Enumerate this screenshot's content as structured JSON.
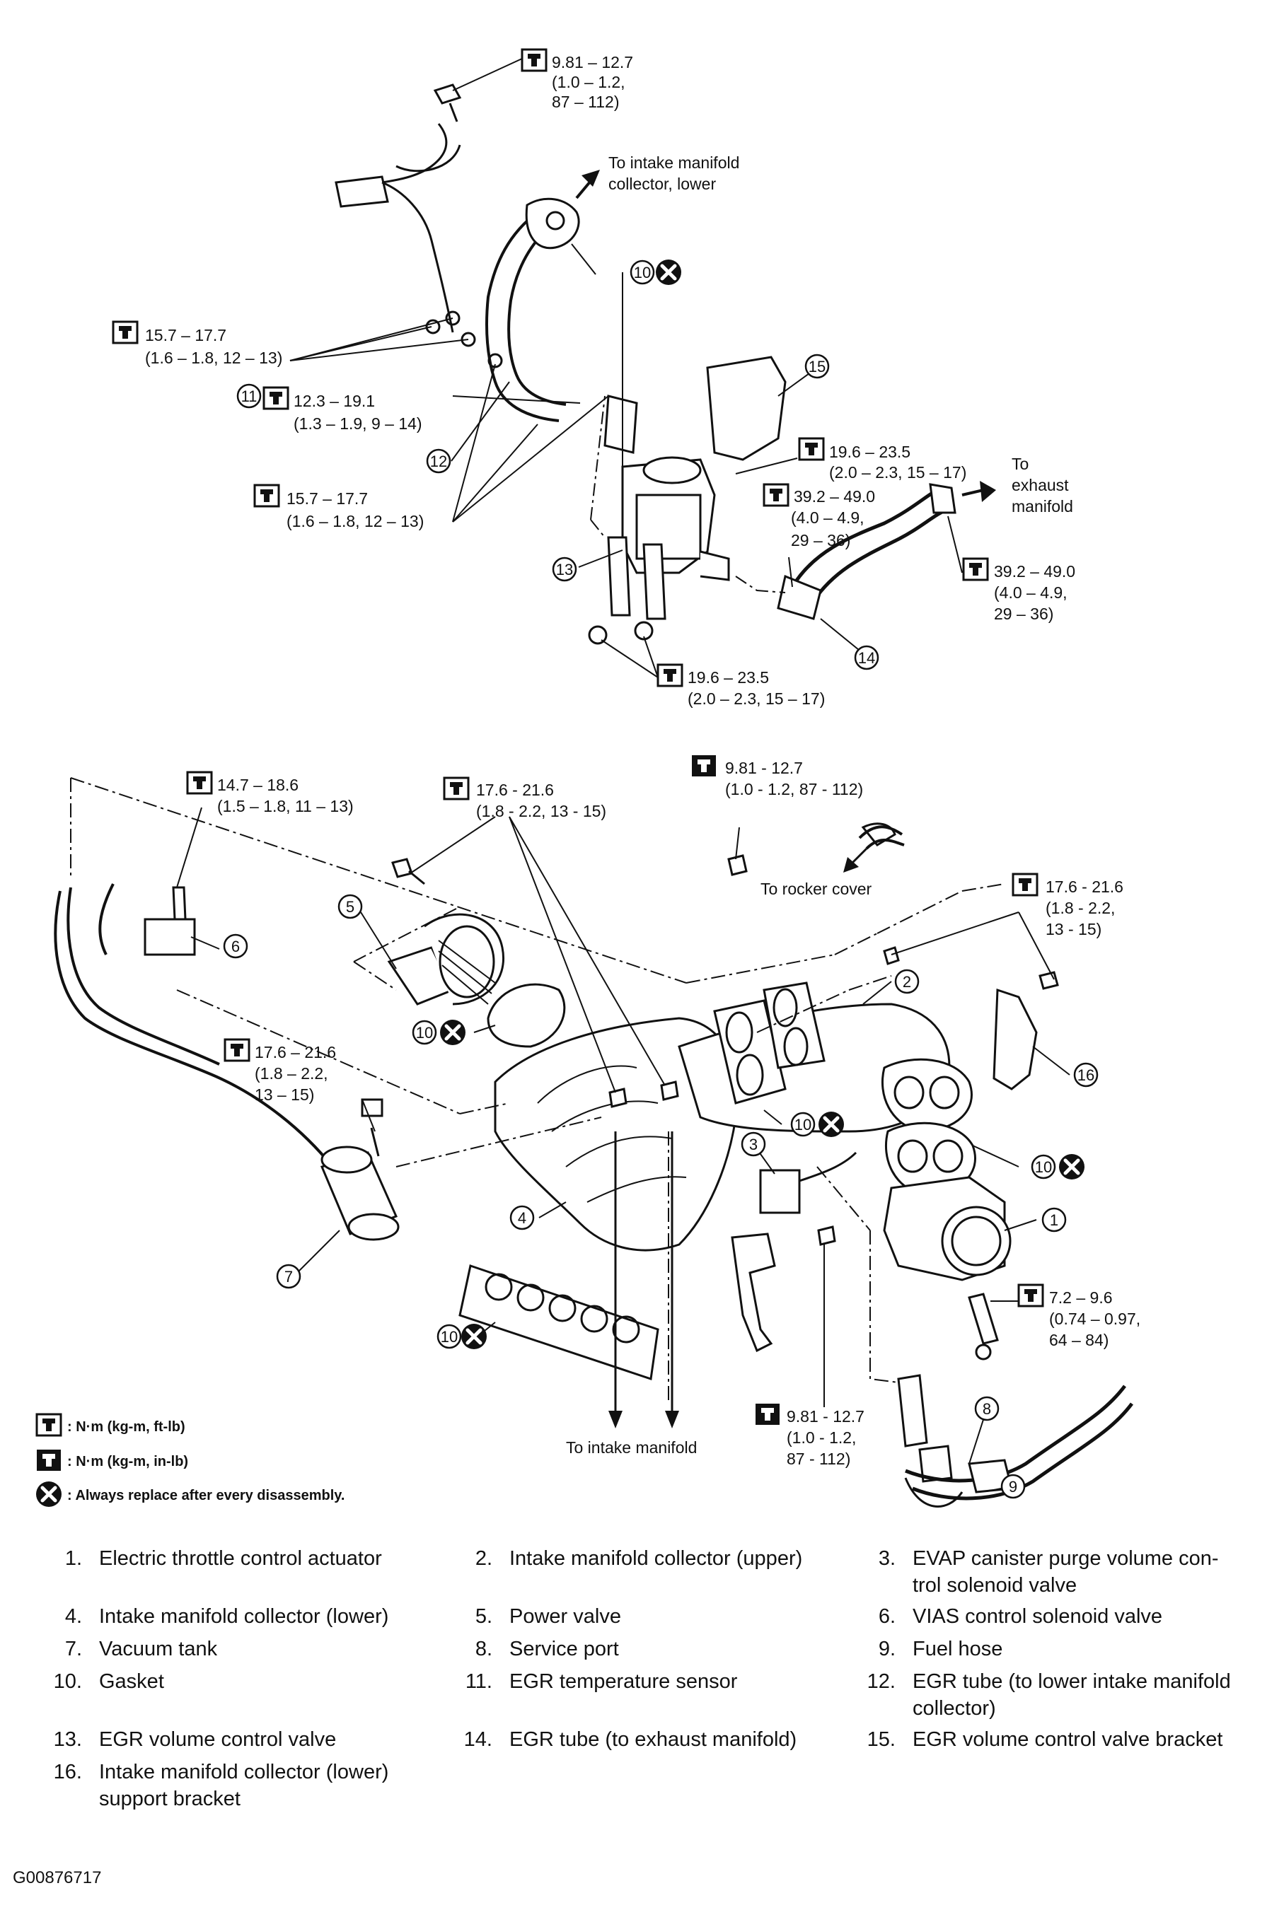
{
  "torques": {
    "t1": {
      "a": "9.81 – 12.7",
      "b": "(1.0 – 1.2,",
      "c": "87 – 112)"
    },
    "t2": {
      "a": "15.7 – 17.7",
      "b": "(1.6 – 1.8, 12 – 13)"
    },
    "t3": {
      "a": "12.3 – 19.1",
      "b": "(1.3 – 1.9, 9 – 14)"
    },
    "t4": {
      "a": "15.7 – 17.7",
      "b": "(1.6 – 1.8, 12 – 13)"
    },
    "t5": {
      "a": "19.6 – 23.5",
      "b": "(2.0 – 2.3, 15 – 17)"
    },
    "t6": {
      "a": "39.2 – 49.0",
      "b": "(4.0 – 4.9,",
      "c": "29 – 36)"
    },
    "t7": {
      "a": "39.2 – 49.0",
      "b": "(4.0 – 4.9,",
      "c": "29 – 36)"
    },
    "t8": {
      "a": "19.6 – 23.5",
      "b": "(2.0 – 2.3, 15 – 17)"
    },
    "t9": {
      "a": "14.7 – 18.6",
      "b": "(1.5 – 1.8, 11 – 13)"
    },
    "t10": {
      "a": "17.6 - 21.6",
      "b": "(1.8 - 2.2, 13 - 15)"
    },
    "t11": {
      "a": "9.81 - 12.7",
      "b": "(1.0 - 1.2, 87 - 112)"
    },
    "t12": {
      "a": "17.6 - 21.6",
      "b": "(1.8 - 2.2,",
      "c": "13 - 15)"
    },
    "t13": {
      "a": "17.6 – 21.6",
      "b": "(1.8 – 2.2,",
      "c": "13 – 15)"
    },
    "t14": {
      "a": "7.2 – 9.6",
      "b": "(0.74 – 0.97,",
      "c": "64 – 84)"
    },
    "t15": {
      "a": "9.81 - 12.7",
      "b": "(1.0 - 1.2,",
      "c": "87 - 112)"
    }
  },
  "notes": {
    "to_intake_collector_lower_1": "To intake manifold",
    "to_intake_collector_lower_2": "collector, lower",
    "to_exhaust_1": "To",
    "to_exhaust_2": "exhaust",
    "to_exhaust_3": "manifold",
    "to_rocker_cover": "To rocker cover",
    "to_intake_manifold": "To intake manifold"
  },
  "callouts": [
    "1",
    "2",
    "3",
    "4",
    "5",
    "6",
    "7",
    "8",
    "9",
    "10",
    "11",
    "12",
    "13",
    "14",
    "15",
    "16"
  ],
  "legend": {
    "torque_ft_lb": ": N·m (kg-m, ft-lb)",
    "torque_in_lb": ": N·m (kg-m, in-lb)",
    "replace": ": Always replace after every disassembly."
  },
  "parts": [
    {
      "num": "1.",
      "name": "Electric throttle control actuator"
    },
    {
      "num": "2.",
      "name": "Intake manifold collector (upper)"
    },
    {
      "num": "3.",
      "name": "EVAP canister purge volume con-",
      "name2": "trol solenoid valve"
    },
    {
      "num": "4.",
      "name": "Intake manifold collector (lower)"
    },
    {
      "num": "5.",
      "name": "Power valve"
    },
    {
      "num": "6.",
      "name": "VIAS control solenoid valve"
    },
    {
      "num": "7.",
      "name": "Vacuum tank"
    },
    {
      "num": "8.",
      "name": "Service port"
    },
    {
      "num": "9.",
      "name": "Fuel hose"
    },
    {
      "num": "10.",
      "name": "Gasket"
    },
    {
      "num": "11.",
      "name": "EGR temperature sensor"
    },
    {
      "num": "12.",
      "name": "EGR tube (to lower intake manifold",
      "name2": "collector)"
    },
    {
      "num": "13.",
      "name": "EGR volume control valve"
    },
    {
      "num": "14.",
      "name": "EGR tube (to exhaust manifold)"
    },
    {
      "num": "15.",
      "name": "EGR volume control valve bracket"
    },
    {
      "num": "16.",
      "name": "Intake manifold collector (lower)",
      "name2": "support bracket"
    }
  ],
  "figure_id": "G00876717"
}
